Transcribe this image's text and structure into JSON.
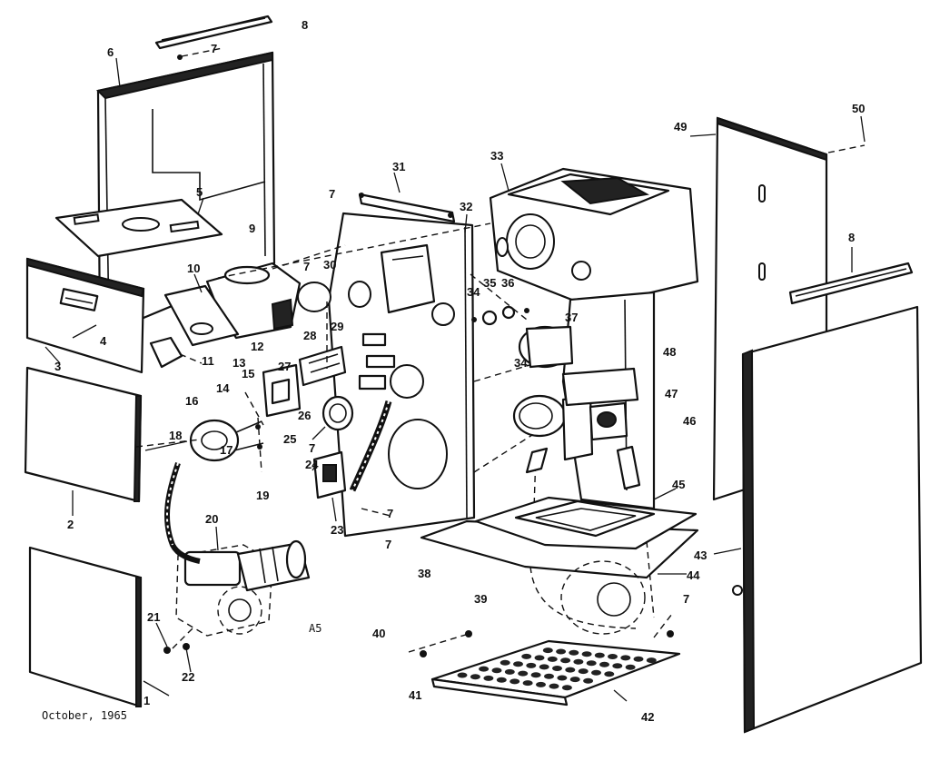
{
  "footer": {
    "date": "October, 1965",
    "model_code": "A5"
  },
  "callouts": {
    "c1": "1",
    "c2": "2",
    "c3": "3",
    "c4": "4",
    "c5": "5",
    "c6": "6",
    "c7": "7",
    "c8": "8",
    "c9": "9",
    "c10": "10",
    "c11": "11",
    "c12": "12",
    "c13": "13",
    "c14": "14",
    "c15": "15",
    "c16": "16",
    "c17": "17",
    "c18": "18",
    "c19": "19",
    "c20": "20",
    "c21": "21",
    "c22": "22",
    "c23": "23",
    "c24": "24",
    "c25": "25",
    "c26": "26",
    "c27": "27",
    "c28": "28",
    "c29": "29",
    "c30": "30",
    "c31": "31",
    "c32": "32",
    "c33": "33",
    "c34": "34",
    "c35": "35",
    "c36": "36",
    "c37": "37",
    "c38": "38",
    "c39": "39",
    "c40": "40",
    "c41": "41",
    "c42": "42",
    "c43": "43",
    "c44": "44",
    "c45": "45",
    "c46": "46",
    "c47": "47",
    "c48": "48",
    "c49": "49",
    "c50": "50"
  }
}
